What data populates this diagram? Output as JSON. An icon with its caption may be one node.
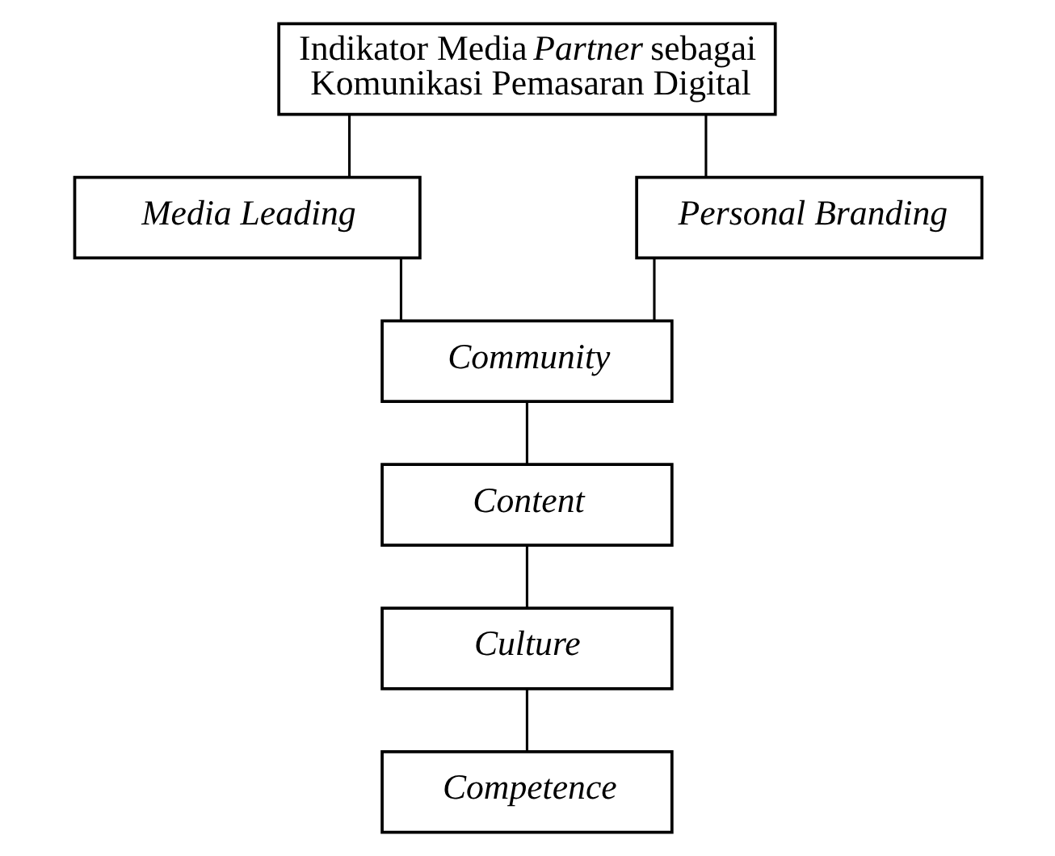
{
  "diagram": {
    "nodes": [
      {
        "text": [
          "Indikator Media *Partner* sebagai Komunikasi Pemasaran Digital"
        ]
      },
      {
        "text": [
          "Media Leading"
        ]
      },
      {
        "text": [
          "Personal Branding"
        ]
      },
      {
        "text": [
          "Community"
        ]
      },
      {
        "text": [
          "Content"
        ]
      },
      {
        "text": [
          "Culture"
        ]
      },
      {
        "text": [
          "Competence"
        ]
      }
    ],
    "edges": [
      {
        "from": 0,
        "to": 1,
        "arrow": "none"
      },
      {
        "from": 0,
        "to": 2,
        "arrow": "none"
      },
      {
        "from": 1,
        "to": 3,
        "arrow": "none"
      },
      {
        "from": 2,
        "to": 3,
        "arrow": "none"
      },
      {
        "from": 3,
        "to": 4,
        "arrow": "none"
      },
      {
        "from": 4,
        "to": 5,
        "arrow": "none"
      },
      {
        "from": 5,
        "to": 6,
        "arrow": "none"
      }
    ]
  }
}
